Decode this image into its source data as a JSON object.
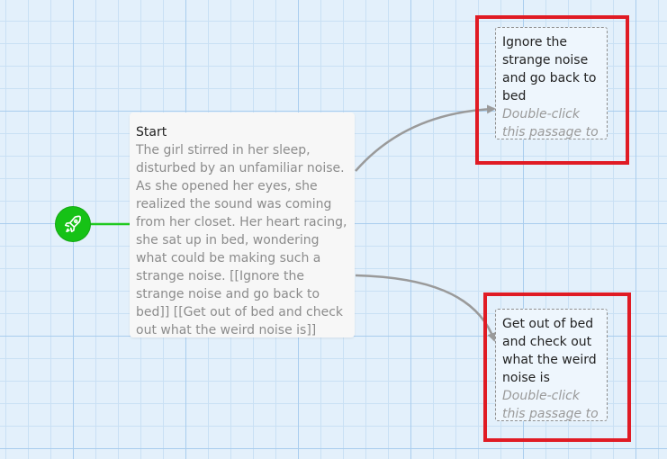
{
  "colors": {
    "start_marker": "#16c216",
    "start_link": "#1ec91e",
    "link_arrow": "#9a9a9a",
    "highlight": "#e01b24",
    "grid_major": "#a9cdee",
    "grid_minor": "#c9e0f4"
  },
  "start_marker": {
    "icon": "rocket-icon"
  },
  "passages": {
    "start": {
      "title": "Start",
      "excerpt": "The girl stirred in her sleep, disturbed by an unfamiliar noise. As she opened her eyes, she realized the sound was coming from her closet. Her heart racing, she sat up in bed, wondering what could be making such a strange noise. [[Ignore the strange noise and go back to bed]] [[Get out of bed and check out what the weird noise is]]"
    },
    "ignore": {
      "title": "Ignore the strange noise and go back to bed",
      "excerpt": "Double-click this passage to edit it."
    },
    "get_out": {
      "title": "Get out of bed and check out what the weird noise is",
      "excerpt": "Double-click this passage to edit it."
    }
  }
}
